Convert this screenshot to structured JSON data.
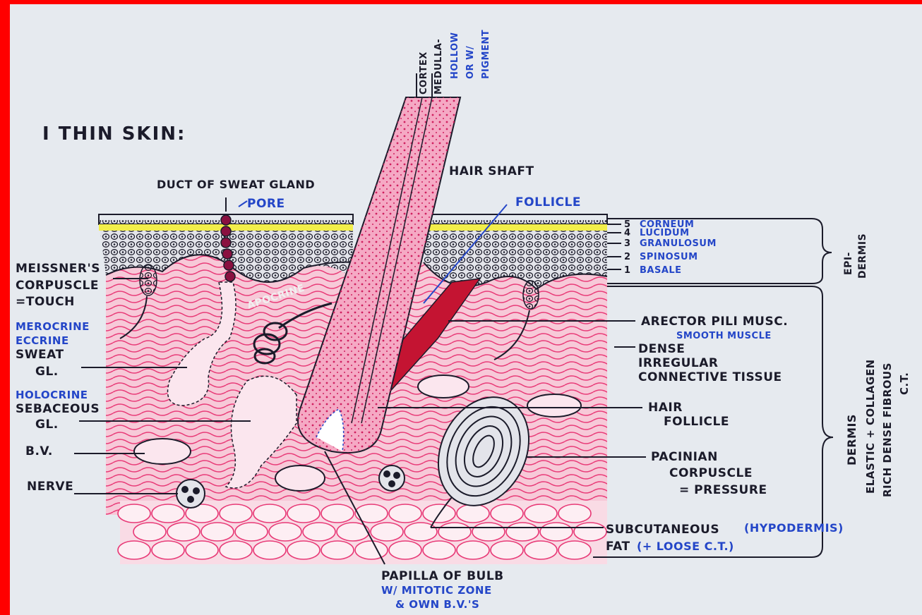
{
  "title": "I  THIN SKIN:",
  "hair": {
    "cortex": "CORTEX",
    "medulla": "MEDULLA-",
    "medulla_note_1": "HOLLOW",
    "medulla_note_2": "OR W/",
    "medulla_note_3": "PIGMENT",
    "shaft": "HAIR SHAFT",
    "follicle_blue": "FOLLICLE"
  },
  "duct": {
    "label": "DUCT OF SWEAT GLAND",
    "pore": "PORE"
  },
  "epidermis_layers": [
    {
      "num": "5",
      "name": "CORNEUM"
    },
    {
      "num": "4",
      "name": "LUCIDUM"
    },
    {
      "num": "3",
      "name": "GRANULOSUM"
    },
    {
      "num": "2",
      "name": "SPINOSUM"
    },
    {
      "num": "1",
      "name": "BASALE"
    }
  ],
  "epidermis_label": [
    "EPI-",
    "DERMIS"
  ],
  "dermis_label": [
    "DERMIS",
    "ELASTIC + COLLAGEN",
    "RICH DENSE FIBROUS",
    "C.T."
  ],
  "left_labels": {
    "meissner": [
      "MEISSNER'S",
      "CORPUSCLE",
      "=TOUCH"
    ],
    "merocrine": [
      "MEROCRINE",
      "ECCRINE"
    ],
    "sweat": [
      "SWEAT",
      "GL."
    ],
    "holocrine": "HOLOCRINE",
    "sebaceous": [
      "SEBACEOUS",
      "GL."
    ],
    "bv": "B.V.",
    "nerve": "NERVE"
  },
  "apocrine": "APOCRINE",
  "right_labels": {
    "arrector": "ARECTOR PILI MUSC.",
    "smooth": "SMOOTH MUSCLE",
    "dense": [
      "DENSE",
      "IRREGULAR",
      "CONNECTIVE TISSUE"
    ],
    "hair_follicle": [
      "HAIR",
      "FOLLICLE"
    ],
    "pacinian": [
      "PACINIAN",
      "CORPUSCLE",
      "= PRESSURE"
    ],
    "subcutaneous": "SUBCUTANEOUS",
    "hypodermis": "(HYPODERMIS)",
    "fat": "FAT",
    "loose": "(+ LOOSE C.T.)"
  },
  "papilla": {
    "label": "PAPILLA OF BULB",
    "note_1": "W/ MITOTIC ZONE",
    "note_2": "& OWN B.V.'S"
  },
  "colors": {
    "frame": "#ff0000",
    "paper": "#e6eaef",
    "dermis": "#e83a77",
    "ink": "#1b1b2a",
    "blue": "#2446c8",
    "lucidum": "#f2ee4a"
  }
}
